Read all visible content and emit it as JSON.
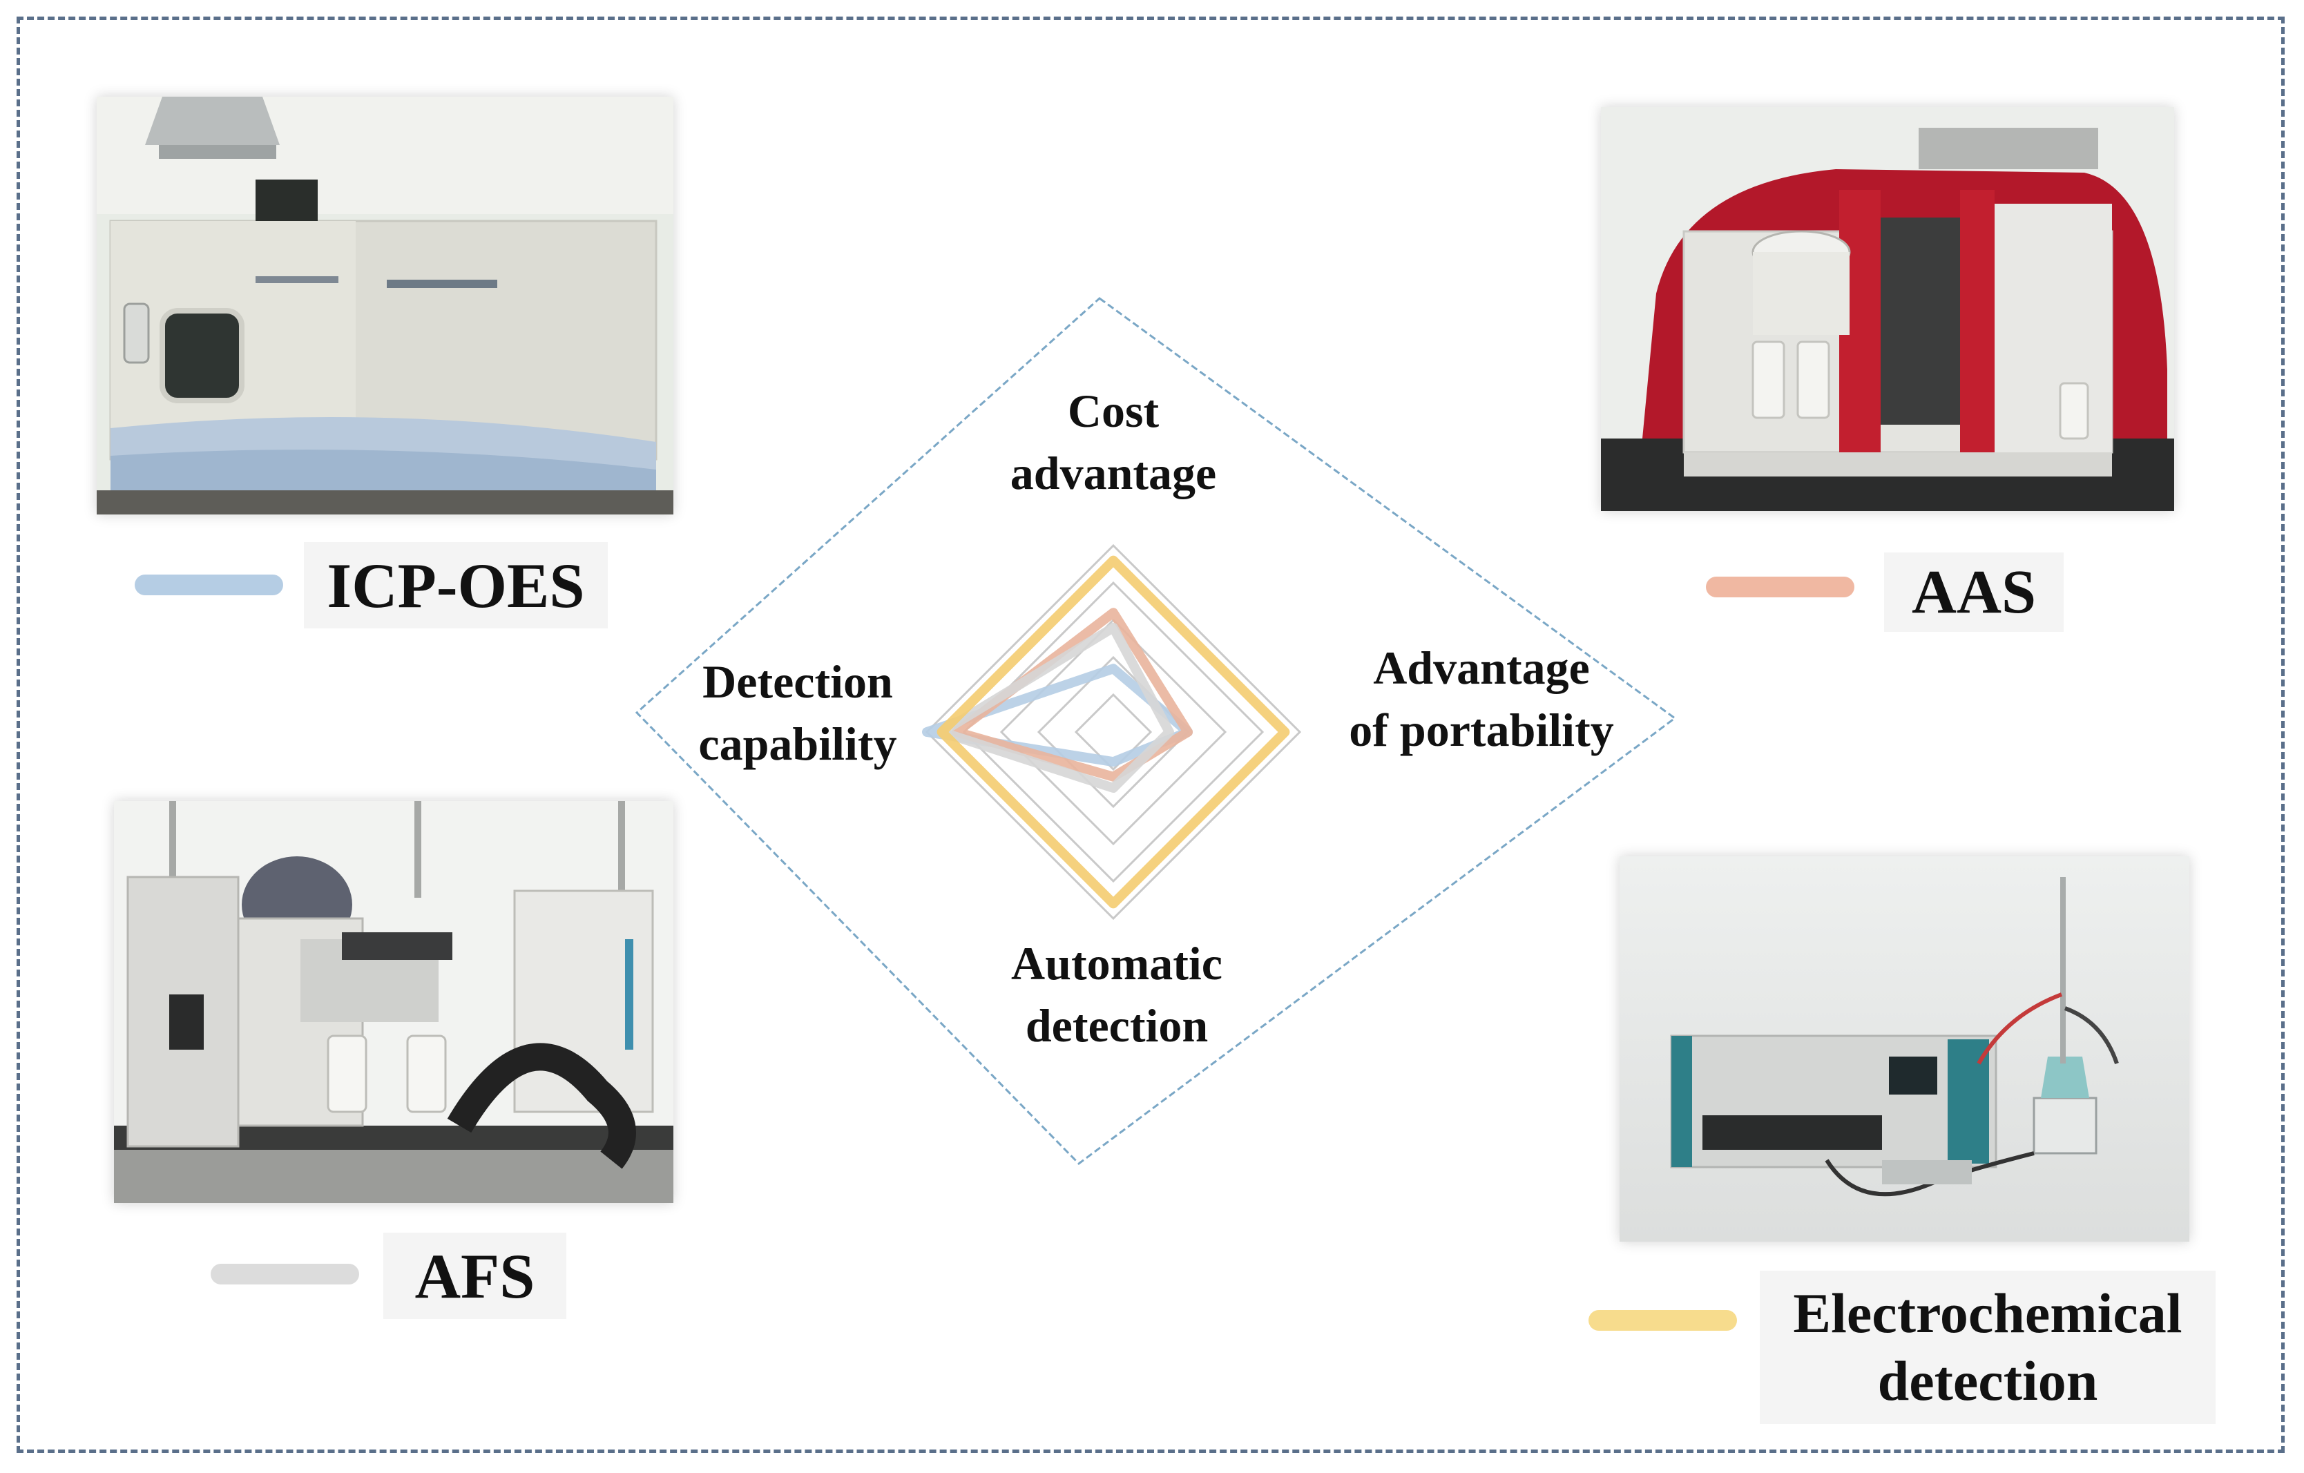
{
  "chart_data": {
    "type": "radar",
    "axes": [
      "Cost advantage",
      "Advantage of portability",
      "Automatic detection",
      "Detection capability"
    ],
    "axis_label_lines": [
      [
        "Cost",
        "advantage"
      ],
      [
        "Advantage",
        "of portability"
      ],
      [
        "Automatic",
        "detection"
      ],
      [
        "Detection",
        "capability"
      ]
    ],
    "rmax": 5,
    "grid_levels": 5,
    "series": [
      {
        "name": "ICP-OES",
        "color": "#b5cde4",
        "values": [
          1.7,
          2.0,
          0.8,
          5.0
        ]
      },
      {
        "name": "AAS",
        "color": "#e9b49c",
        "values": [
          3.2,
          2.0,
          1.2,
          4.2
        ]
      },
      {
        "name": "AFS",
        "color": "#d6d6d6",
        "values": [
          2.8,
          1.5,
          1.5,
          4.6
        ]
      },
      {
        "name": "Electrochemical detection",
        "color": "#f4cc70",
        "values": [
          4.6,
          4.6,
          4.6,
          4.6
        ]
      }
    ]
  },
  "instruments": {
    "icp_oes": {
      "label": "ICP-OES",
      "color": "#b5cde4"
    },
    "aas": {
      "label": "AAS",
      "color": "#f0b8a2"
    },
    "afs": {
      "label": "AFS",
      "color": "#dcdcdc"
    },
    "electrochemical": {
      "label_line1": "Electrochemical",
      "label_line2": "detection",
      "color": "#f7dc8d"
    }
  }
}
